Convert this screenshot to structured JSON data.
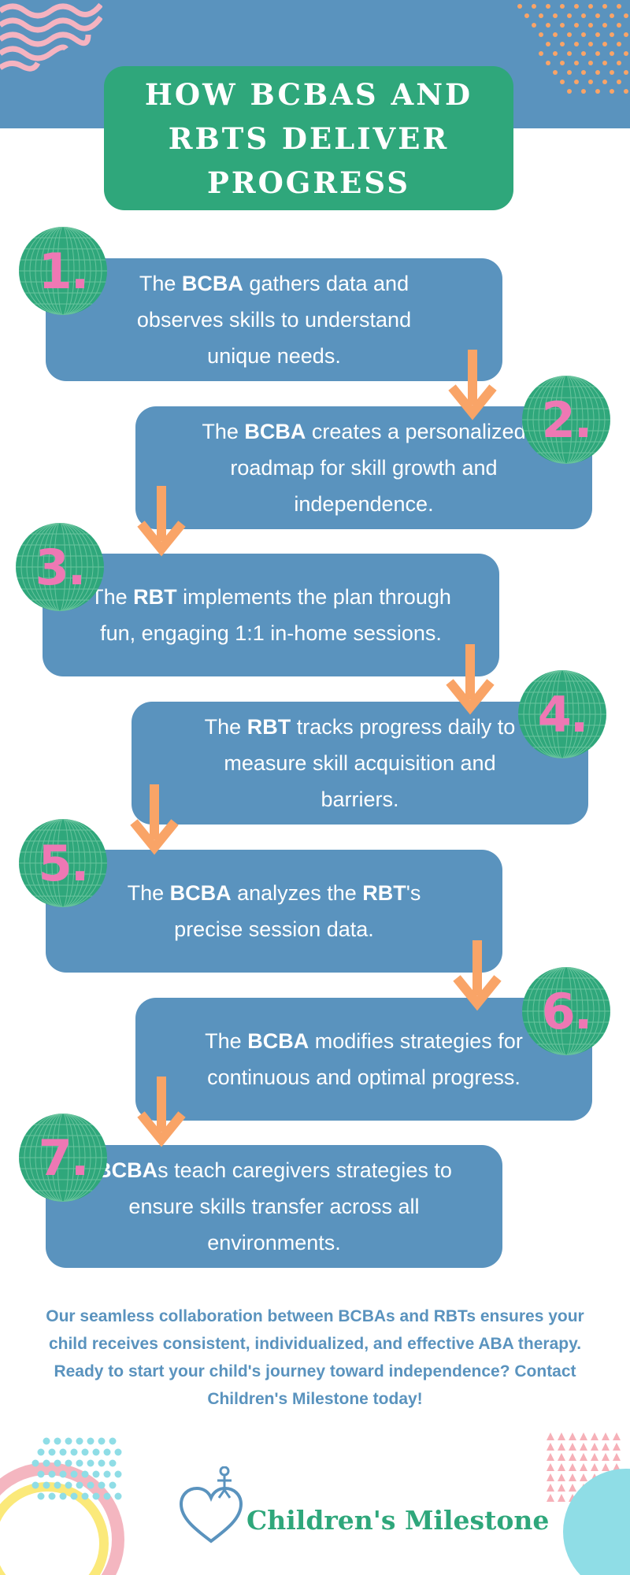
{
  "title": "HOW BCBAS AND\nRBTS DELIVER\nPROGRESS",
  "steps": [
    {
      "number": "1.",
      "parts": [
        {
          "t": "The "
        },
        {
          "t": "BCBA",
          "b": true
        },
        {
          "t": " gathers data and observes skills to understand unique needs."
        }
      ]
    },
    {
      "number": "2.",
      "parts": [
        {
          "t": "The "
        },
        {
          "t": "BCBA",
          "b": true
        },
        {
          "t": " creates a personalized roadmap for skill growth and independence."
        }
      ]
    },
    {
      "number": "3.",
      "parts": [
        {
          "t": "The "
        },
        {
          "t": "RBT",
          "b": true
        },
        {
          "t": " implements the plan through fun, engaging 1:1 in-home sessions."
        }
      ]
    },
    {
      "number": "4.",
      "parts": [
        {
          "t": "The "
        },
        {
          "t": "RBT",
          "b": true
        },
        {
          "t": " tracks progress daily to measure skill acquisition and barriers."
        }
      ]
    },
    {
      "number": "5.",
      "parts": [
        {
          "t": "The "
        },
        {
          "t": "BCBA",
          "b": true
        },
        {
          "t": " analyzes the "
        },
        {
          "t": "RBT",
          "b": true
        },
        {
          "t": "'s precise session data."
        }
      ]
    },
    {
      "number": "6.",
      "parts": [
        {
          "t": "The "
        },
        {
          "t": "BCBA",
          "b": true
        },
        {
          "t": " modifies strategies for continuous and optimal progress."
        }
      ]
    },
    {
      "number": "7.",
      "parts": [
        {
          "t": "BCBA",
          "b": true
        },
        {
          "t": "s teach caregivers strategies to ensure skills transfer across all environments."
        }
      ]
    }
  ],
  "closing": "Our seamless collaboration between BCBAs and RBTs ensures your child receives consistent, individualized, and effective ABA therapy. Ready to start your child's journey toward independence? Contact Children's Milestone today!",
  "brand": "Children's Milestone",
  "colors": {
    "blue": "#5a93be",
    "green": "#2fa77b",
    "pink": "#ee78b4",
    "orange": "#f9a467"
  },
  "icons": [
    "wave-decoration-icon",
    "dot-pattern-icon",
    "heart-child-logo-icon",
    "arrow-down-icon",
    "grid-sphere-icon"
  ]
}
